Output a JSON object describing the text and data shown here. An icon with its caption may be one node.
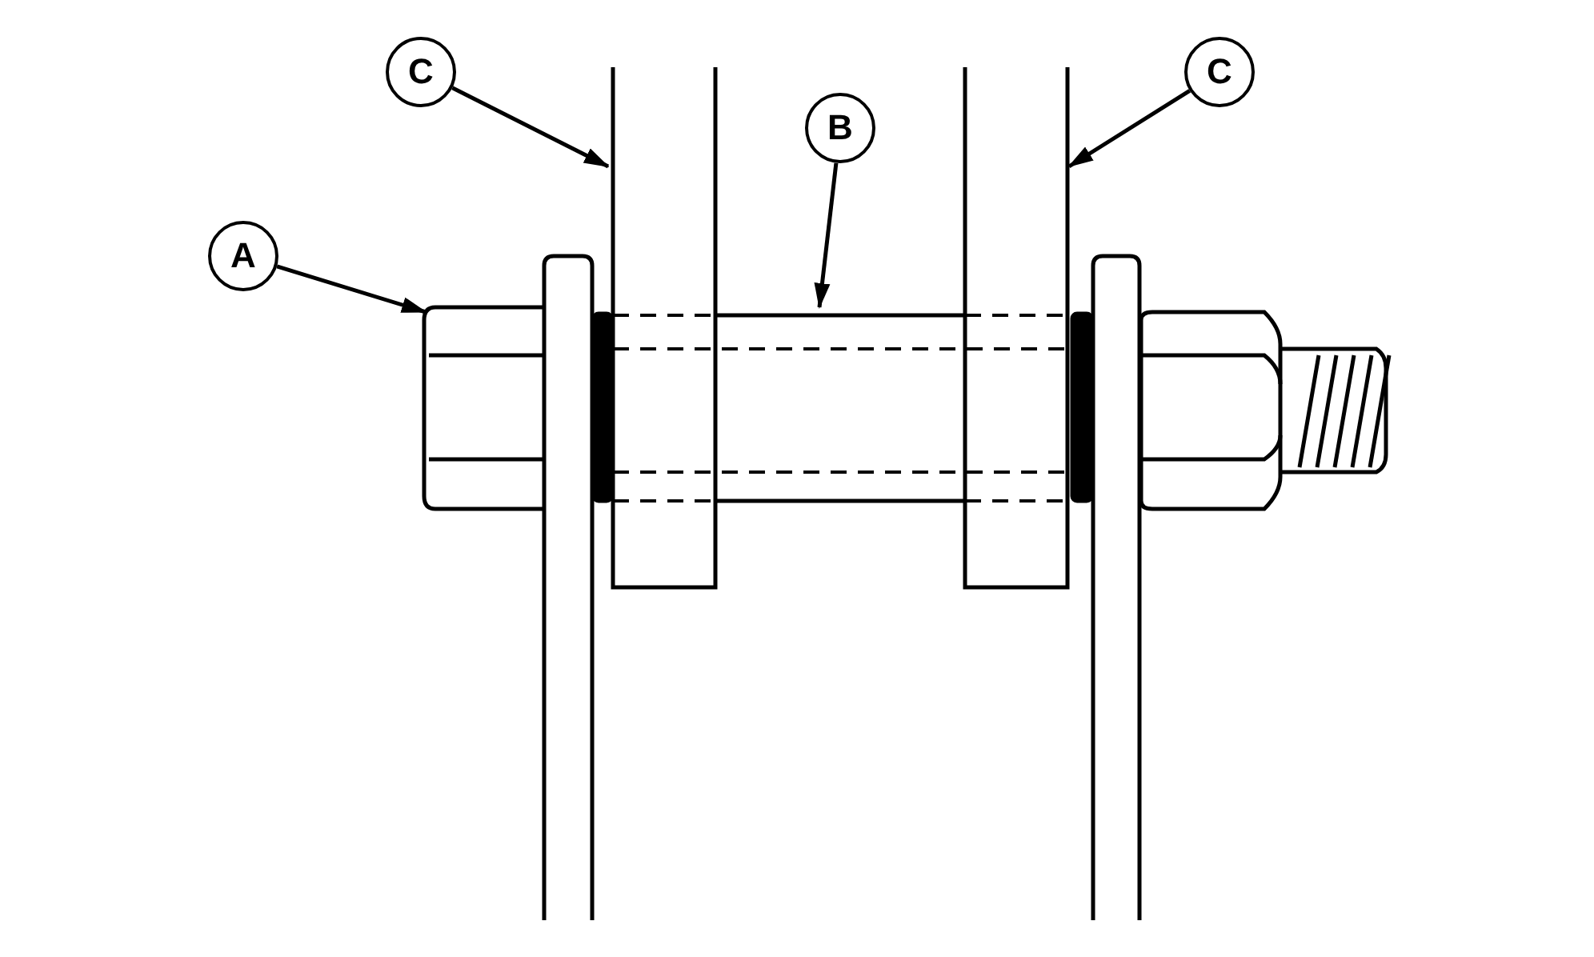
{
  "diagram": {
    "nodes": [
      {
        "text": [
          "C"
        ]
      },
      {
        "text": [
          "B"
        ]
      },
      {
        "text": [
          "C"
        ]
      },
      {
        "text": [
          "A"
        ]
      },
      {
        "text": [],
        "shape": "picture"
      },
      {
        "text": [],
        "shape": "picture"
      },
      {
        "text": [],
        "shape": "bar"
      },
      {
        "text": [],
        "shape": "bar"
      }
    ],
    "edges": [
      {
        "from": 0,
        "to": 6,
        "arrow": "to"
      },
      {
        "from": 1,
        "to": 5,
        "arrow": "to"
      },
      {
        "from": 2,
        "to": 7,
        "arrow": "to"
      },
      {
        "from": 3,
        "to": 4,
        "arrow": "to"
      }
    ]
  }
}
